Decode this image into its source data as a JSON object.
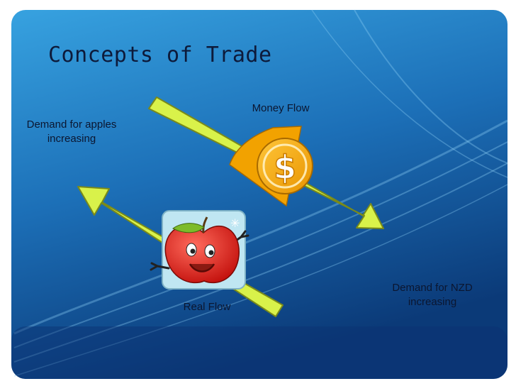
{
  "slide": {
    "title": "Concepts of Trade",
    "background_colors": [
      "#1d7fc6",
      "#0b3f7f"
    ],
    "arrow_color": "#d9f24a"
  },
  "labels": {
    "money_flow": "Money Flow",
    "real_flow": "Real Flow",
    "demand_apples_line1": "Demand for apples",
    "demand_apples_line2": "increasing",
    "demand_nzd_line1": "Demand for NZD",
    "demand_nzd_line2": "increasing"
  },
  "icons": {
    "money": "dollar-coin-icon",
    "apple": "apple-character-icon"
  }
}
